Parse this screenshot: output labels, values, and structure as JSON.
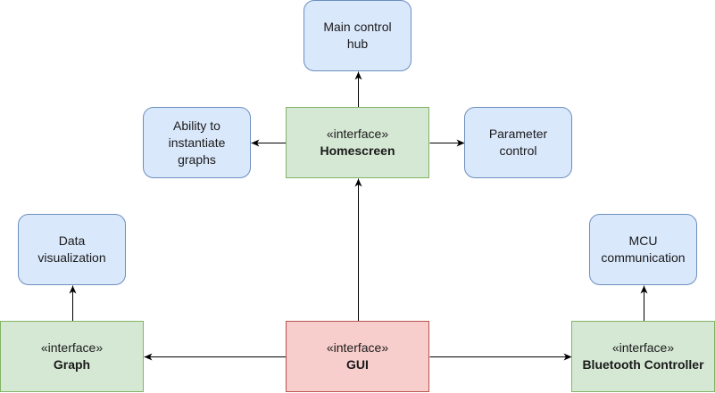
{
  "colors": {
    "note_fill": "#dae8fc",
    "note_stroke": "#6c8ebf",
    "interface_fill": "#d5e8d4",
    "interface_stroke": "#82b366",
    "root_fill": "#f8cecc",
    "root_stroke": "#b85450",
    "edge": "#000000"
  },
  "nodes": {
    "main_hub": {
      "lines": [
        "Main control",
        "hub"
      ]
    },
    "instantiate": {
      "lines": [
        "Ability to",
        "instantiate",
        "graphs"
      ]
    },
    "homescreen": {
      "stereotype": "«interface»",
      "name": "Homescreen"
    },
    "parameter": {
      "lines": [
        "Parameter",
        "control"
      ]
    },
    "data_vis": {
      "lines": [
        "Data",
        "visualization"
      ]
    },
    "mcu": {
      "lines": [
        "MCU",
        "communication"
      ]
    },
    "graph": {
      "stereotype": "«interface»",
      "name": "Graph"
    },
    "gui": {
      "stereotype": "«interface»",
      "name": "GUI"
    },
    "bluetooth": {
      "stereotype": "«interface»",
      "name": "Bluetooth Controller"
    }
  },
  "edges": [
    {
      "from": "homescreen",
      "to": "main_hub"
    },
    {
      "from": "homescreen",
      "to": "instantiate"
    },
    {
      "from": "homescreen",
      "to": "parameter"
    },
    {
      "from": "gui",
      "to": "homescreen"
    },
    {
      "from": "gui",
      "to": "graph"
    },
    {
      "from": "gui",
      "to": "bluetooth"
    },
    {
      "from": "graph",
      "to": "data_vis"
    },
    {
      "from": "bluetooth",
      "to": "mcu"
    }
  ]
}
